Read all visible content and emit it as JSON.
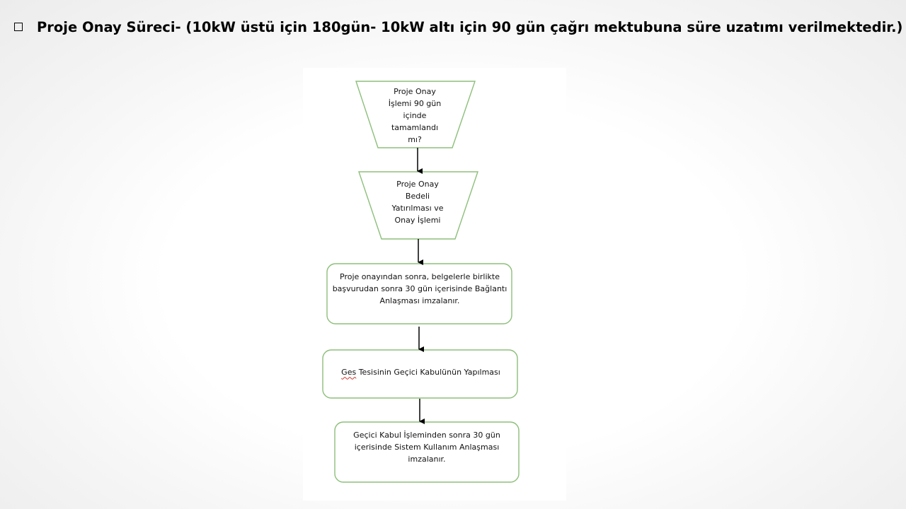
{
  "heading": {
    "bullet_icon": "square-bullet-icon",
    "text": "Proje Onay Süreci- (10kW üstü için 180gün- 10kW altı için 90 gün çağrı mektubuna süre uzatımı verilmektedir.)"
  },
  "flowchart": {
    "colors": {
      "node_border": "#8dbf7a",
      "arrow": "#000000"
    },
    "steps": [
      {
        "shape": "trapezoid",
        "lines": [
          "Proje Onay",
          "İşlemi 90 gün",
          "içinde",
          "tamamlandı",
          "mı?"
        ]
      },
      {
        "shape": "trapezoid",
        "lines": [
          "Proje Onay",
          "Bedeli",
          "Yatırılması ve",
          "Onay İşlemi"
        ]
      },
      {
        "shape": "rounded-rect",
        "lines": [
          "Proje onayından sonra, belgelerle birlikte",
          "başvurudan sonra 30 gün içerisinde Bağlantı",
          "Anlaşması imzalanır."
        ]
      },
      {
        "shape": "rounded-rect",
        "underlined_word": "Ges",
        "text": "Tesisinin Geçici Kabulünün Yapılması"
      },
      {
        "shape": "rounded-rect",
        "lines": [
          "Geçici Kabul İşleminden sonra 30 gün",
          "içerisinde Sistem Kullanım Anlaşması",
          "imzalanır."
        ]
      }
    ]
  }
}
